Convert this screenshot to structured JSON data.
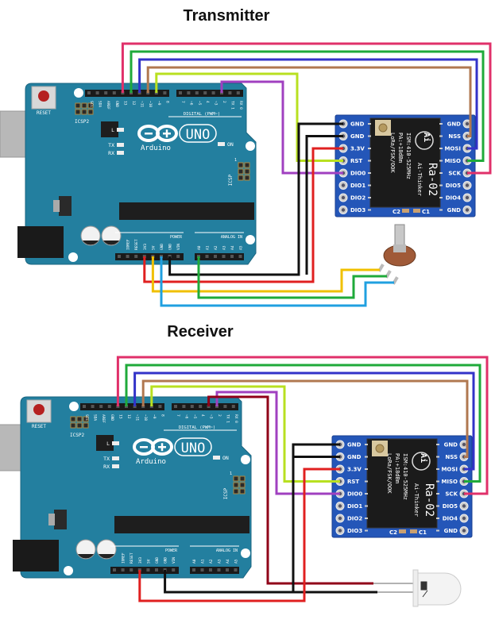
{
  "titles": {
    "transmitter": "Transmitter",
    "receiver": "Receiver"
  },
  "arduino": {
    "reset_label": "RESET",
    "icsp2_label": "ICSP2",
    "icsp_label": "ICSP",
    "icsp_pin1": "1",
    "led_l": "L",
    "led_tx": "TX",
    "led_rx": "RX",
    "on_label": "ON",
    "model": "UNO",
    "brand": "Arduino",
    "digital_header": "DIGITAL (PWM~)",
    "power_header": "POWER",
    "analog_header": "ANALOG IN",
    "digital_pins": [
      "SCL",
      "SDA",
      "AREF",
      "GND",
      "13",
      "12",
      "~11",
      "~10",
      "~9",
      "8",
      "7",
      "~6",
      "~5",
      "4",
      "~3",
      "2",
      "TX 1",
      "RX 0"
    ],
    "power_pins": [
      "",
      "IOREF",
      "RESET",
      "3V3",
      "5V",
      "GND",
      "GND",
      "VIN"
    ],
    "analog_pins": [
      "A0",
      "A1",
      "A2",
      "A3",
      "A4",
      "A5"
    ]
  },
  "module": {
    "name": "Ra-02",
    "maker": "Ai-Thinker",
    "logo": "Ai",
    "spec_lines": [
      "ISM:410-525MHz",
      "PA:+18dBm",
      "LoRa/FSK/OOK"
    ],
    "left_pins": [
      "GND",
      "GND",
      "3.3V",
      "RST",
      "DIO0",
      "DIO1",
      "DIO2",
      "DIO3"
    ],
    "right_pins": [
      "GND",
      "NSS",
      "MOSI",
      "MISO",
      "SCK",
      "DIO5",
      "DIO4",
      "GND"
    ],
    "caps": [
      "C2",
      "C1"
    ]
  },
  "components": {
    "transmitter_input": "potentiometer-icon",
    "receiver_output": "led-icon"
  },
  "colors": {
    "board": "#237f9f",
    "module": "#2456b8",
    "pink": "#e0306a",
    "green": "#1faa3a",
    "blue": "#3333c8",
    "brown": "#b07850",
    "lime": "#b8e020",
    "purple": "#a040c0",
    "black": "#111111",
    "red": "#e02020",
    "yellow": "#f0c000",
    "light_blue": "#20a0e0",
    "dark_red": "#900018"
  }
}
